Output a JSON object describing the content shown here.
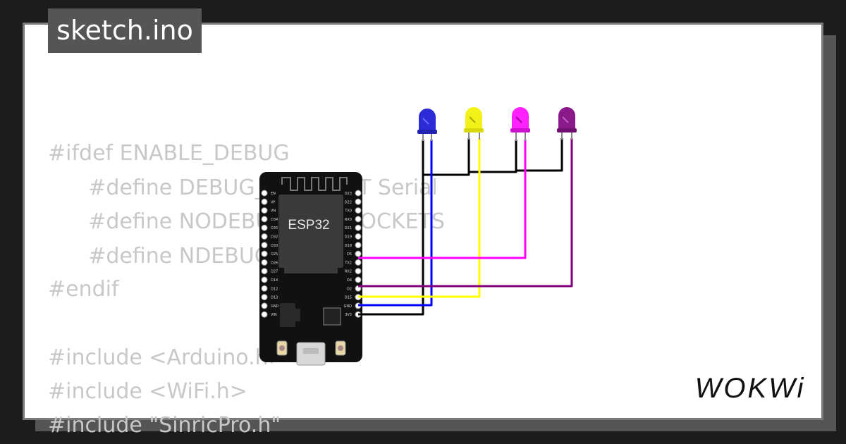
{
  "title": "sketch.ino",
  "code_lines": [
    "#ifdef ENABLE_DEBUG",
    "      #define DEBUG_ESP_PORT Serial",
    "      #define NODEBUG_WEBSOCKETS",
    "      #define NDEBUG",
    "#endif",
    "",
    "#include <Arduino.h>",
    "#include <WiFi.h>",
    "#include \"SinricPro.h\""
  ],
  "board": {
    "chip_label": "ESP32",
    "left_pins": [
      "EN",
      "VP",
      "VN",
      "D34",
      "D35",
      "D32",
      "D33",
      "D25",
      "D26",
      "D27",
      "D14",
      "D12",
      "D13",
      "GND",
      "VIN"
    ],
    "right_pins": [
      "D23",
      "D22",
      "TX0",
      "RX0",
      "D21",
      "D19",
      "D18",
      "D5",
      "TX2",
      "RX2",
      "D4",
      "D2",
      "D15",
      "GND",
      "3V3"
    ]
  },
  "leds": [
    {
      "name": "blue",
      "color": "#2b2bd8"
    },
    {
      "name": "yellow",
      "color": "#f2f21a"
    },
    {
      "name": "magenta",
      "color": "#ff22ff"
    },
    {
      "name": "purple",
      "color": "#8a1a8a"
    }
  ],
  "colors": {
    "wire_black": "#000000",
    "wire_blue": "#0000ff",
    "wire_yellow": "#ffff00",
    "wire_magenta": "#ff00ff",
    "wire_purple": "#800080"
  },
  "brand": "WOKWi"
}
